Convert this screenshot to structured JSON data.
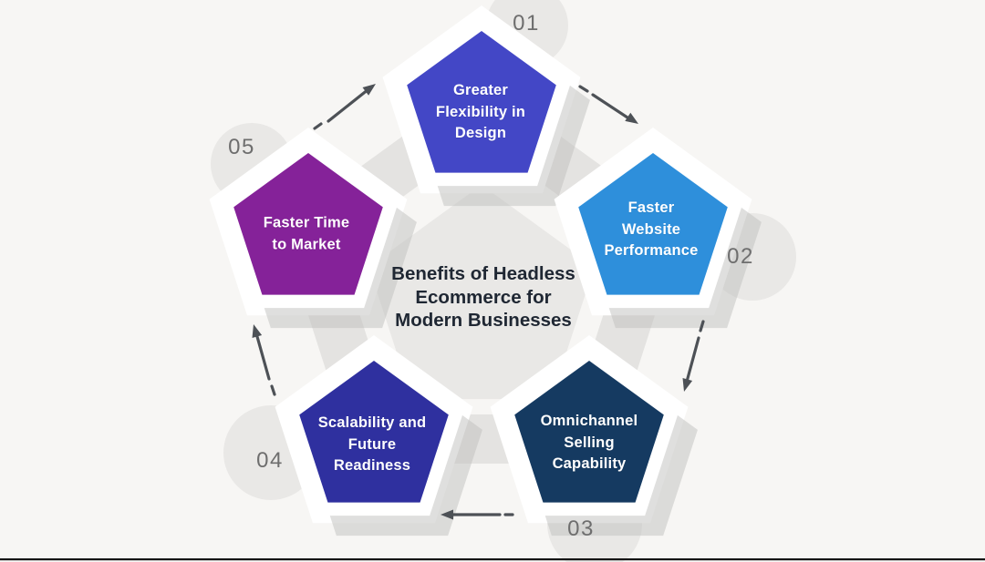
{
  "page": {
    "background": "#f7f6f4",
    "bottom_bar_color": "#141414"
  },
  "title": {
    "text": "Benefits of Headless\nEcommerce for\nModern Businesses",
    "color": "#1f2733"
  },
  "steps": [
    {
      "number": "01",
      "label": "Greater\nFlexibility in\nDesign",
      "color": "#4347c6"
    },
    {
      "number": "02",
      "label": "Faster\nWebsite\nPerformance",
      "color": "#2e8fdb"
    },
    {
      "number": "03",
      "label": "Omnichannel\nSelling\nCapability",
      "color": "#153a61"
    },
    {
      "number": "04",
      "label": "Scalability and\nFuture\nReadiness",
      "color": "#2f309f"
    },
    {
      "number": "05",
      "label": "Faster Time\nto Market",
      "color": "#852299"
    }
  ],
  "arrows": {
    "color": "#4d5156"
  },
  "decor": {
    "ring_color": "#e4e3e1",
    "center_fill": "#e9e8e6",
    "circle_fill": "#e9e8e6",
    "shadow_color": "#c0bfbd",
    "number_color": "#6e6e6e",
    "label_color": "#ffffff",
    "frame_color": "#ffffff"
  }
}
